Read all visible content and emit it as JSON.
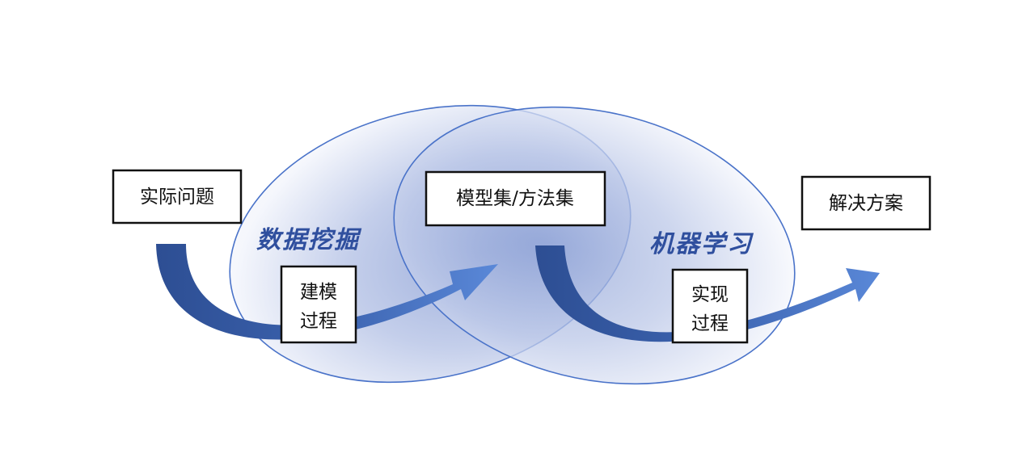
{
  "diagram": {
    "boxes": {
      "actual_problem": "实际问题",
      "model_set": "模型集/方法集",
      "solution": "解决方案",
      "modeling_process": [
        "建模",
        "过程"
      ],
      "implementation_process": [
        "实现",
        "过程"
      ]
    },
    "regions": {
      "data_mining": "数据挖掘",
      "machine_learning": "机器学习"
    },
    "colors": {
      "ellipse_edge": "#4a73c9",
      "ellipse_fill_light": "#f4f6fc",
      "ellipse_fill_dark": "#8ea2d6",
      "arrow_dark": "#2d4e93",
      "arrow_light": "#5a88d8",
      "label_text": "#2f4f9e"
    }
  }
}
